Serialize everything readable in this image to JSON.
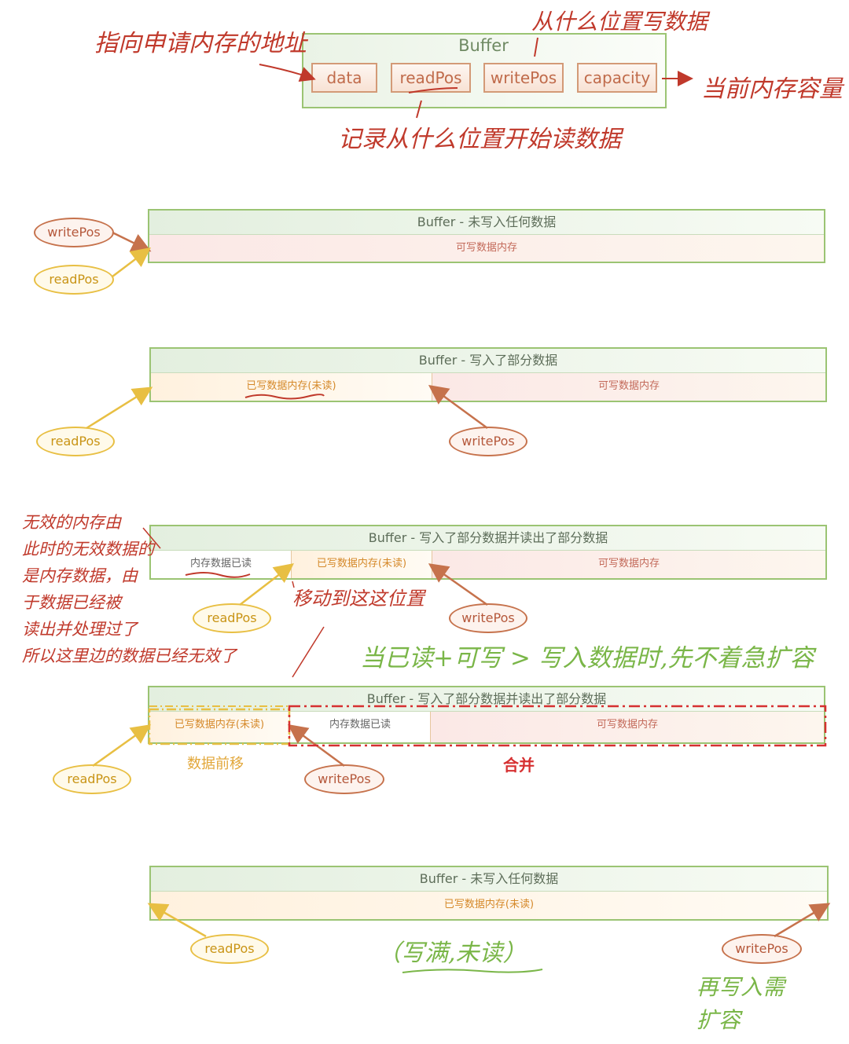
{
  "top_struct": {
    "title": "Buffer",
    "fields": [
      "data",
      "readPos",
      "writePos",
      "capacity"
    ],
    "note_data": "指向申请内存的地址",
    "note_writepos": "从什么位置写数据",
    "note_capacity": "当前内存容量",
    "note_readpos": "记录从什么位置开始读数据"
  },
  "common": {
    "read_pos": "readPos",
    "write_pos": "writePos"
  },
  "state1": {
    "title": "Buffer - 未写入任何数据",
    "writable": "可写数据内存"
  },
  "state2": {
    "title": "Buffer - 写入了部分数据",
    "unread": "已写数据内存(未读)",
    "writable": "可写数据内存"
  },
  "state3": {
    "title": "Buffer - 写入了部分数据并读出了部分数据",
    "read": "内存数据已读",
    "unread": "已写数据内存(未读)",
    "writable": "可写数据内存",
    "note_invalid": "无效的内存由\n此时的无效数据的\n是内存数据，由\n于数据已经被\n读出并处理过了\n所以这里边的数据已经无效了",
    "note_move": "移动到这这位置"
  },
  "merge_note": "当已读+可写 > 写入数据时,先不着急扩容",
  "state4": {
    "title": "Buffer - 写入了部分数据并读出了部分数据",
    "unread": "已写数据内存(未读)",
    "read": "内存数据已读",
    "writable": "可写数据内存",
    "shift_label": "数据前移",
    "merge_label": "合并"
  },
  "state5": {
    "title": "Buffer - 未写入任何数据",
    "unread": "已写数据内存(未读)",
    "note_full": "（写满,未读）",
    "note_expand": "再写入需\n扩容"
  },
  "colors": {
    "green": "#9bc473",
    "red_hand": "#c0392b",
    "green_hand": "#7ab648",
    "orange": "#d5892a",
    "yellow": "#e8bf43"
  }
}
